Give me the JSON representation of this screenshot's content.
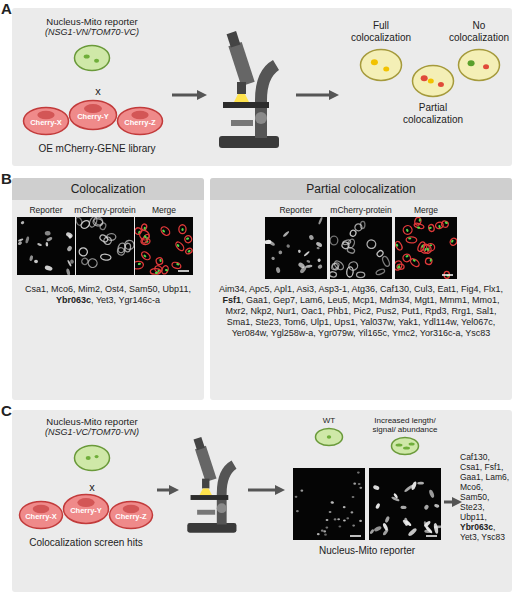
{
  "diagram": {
    "nodes": [
      {
        "text": [
          "A"
        ]
      },
      {
        "text": [
          "Nucleus-Mito reporter",
          "(NSG1-VN/TOM70-VC)"
        ],
        "in": 0
      },
      {
        "text": [
          "Cherry-X"
        ],
        "in": 0
      },
      {
        "text": [
          "Cherry-Y"
        ],
        "in": 0
      },
      {
        "text": [
          "Cherry-Z"
        ],
        "in": 0
      },
      {
        "text": [
          "Full colocalization"
        ],
        "in": 0
      },
      {
        "text": [
          "Partial colocalization"
        ],
        "in": 0
      },
      {
        "text": [
          "No colocalization"
        ],
        "in": 0
      },
      {
        "text": [
          "B"
        ]
      },
      {
        "text": [
          "Colocalization",
          "Csa1, Mco6, Mim2, Ost4, Sam50, Ubp11,",
          "Ybr063c",
          ", Yet3, Ygr146c-a"
        ],
        "in": 8
      },
      {
        "text": [
          "Reporter"
        ],
        "in": 9
      },
      {
        "text": [
          "mCherry-protein"
        ],
        "in": 9
      },
      {
        "text": [
          "Merge"
        ],
        "in": 9
      },
      {
        "text": [
          "Partial colocalization",
          "Aim34, Apc5, Apl1, Asi3, Asp3-1, Atg36, Caf130, Cul3, Eat1, Fig4, Flx1,",
          "Fsf1",
          ", Gaa1, Gep7, Lam6, Leu5, Mcp1, Mdm34, Mgt1, Mmm1, Mmo1, Mxr2, Nkp2, Nur1, Oac1, Phb1, Pic2, Pus2, Put1, Rpd3, Rrg1, Sal1, Sma1, Ste23, Tom6, Ulp1, Ups1, Yal037w, Yak1, Ydl114w, Yel067c, Yer084w, Ygl258w-a, Ygr079w, Yil165c, Ymc2, Yor316c-a, Ysc83"
        ],
        "in": 8
      },
      {
        "text": [
          "Reporter"
        ],
        "in": 13
      },
      {
        "text": [
          "mCherry-protein"
        ],
        "in": 13
      },
      {
        "text": [
          "Merge"
        ],
        "in": 13
      },
      {
        "text": [
          "C"
        ]
      },
      {
        "text": [
          "Nucleus-Mito reporter",
          "(NSG1-VC/TOM70-VN)"
        ],
        "in": 17
      },
      {
        "text": [
          "Cherry-X"
        ],
        "in": 17
      },
      {
        "text": [
          "Cherry-Y"
        ],
        "in": 17
      },
      {
        "text": [
          "Cherry-Z"
        ],
        "in": 17
      },
      {
        "text": [
          "WT"
        ],
        "in": 17
      },
      {
        "text": [
          "Increased length/ signal/ abundance"
        ],
        "in": 17
      }
    ],
    "labels": [
      "x",
      "OE mCherry-GENE library",
      "x",
      "Colocalization screen hits",
      "Nucleus-Mito reporter",
      "Caf130, Csa1, Fsf1, Gaa1, Lam6, Mco6, Sam50, Ste23, Ubp11,",
      "Ybr063c",
      ", Yet3, Ysc83"
    ]
  }
}
